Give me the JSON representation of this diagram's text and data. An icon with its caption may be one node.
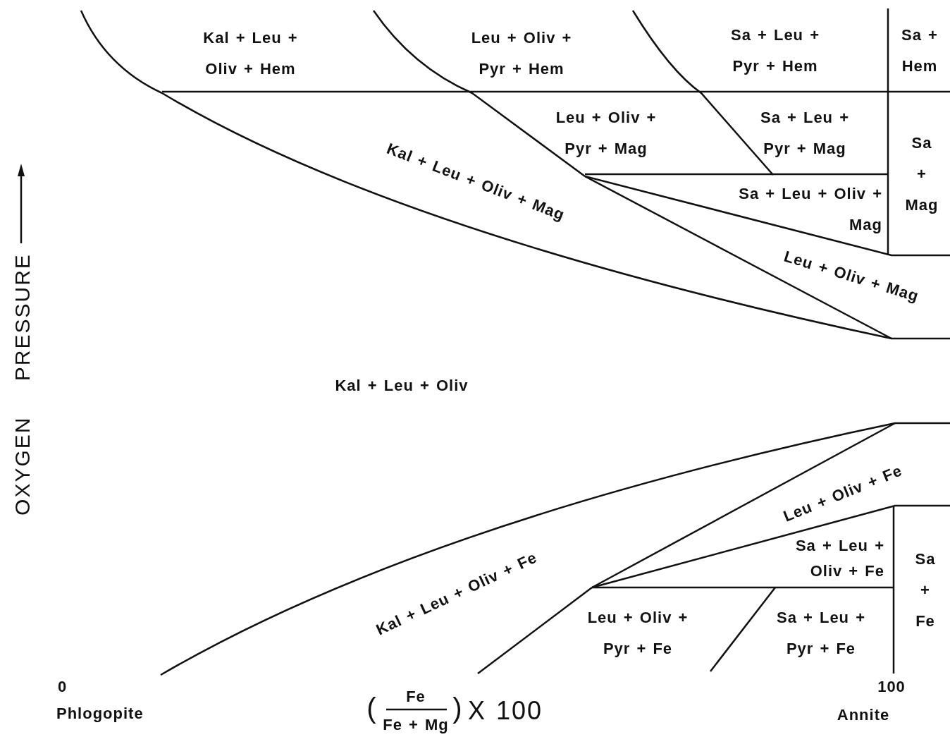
{
  "diagram": {
    "labels": [
      "Kal + Leu + Oliv + Hem",
      "Leu + Oliv + Pyr + Hem",
      "Sa + Leu + Pyr + Hem",
      "Sa + Hem",
      "Leu + Oliv + Pyr + Mag",
      "Sa + Leu + Pyr + Mag",
      "Sa + Mag",
      "Kal + Leu + Oliv + Mag",
      "Sa + Leu + Oliv + Mag",
      "Leu + Oliv + Mag",
      "OXYGEN PRESSURE",
      "Kal + Leu + Oliv",
      "Leu + Oliv + Fe",
      "Sa + Leu + Oliv + Fe",
      "Sa + Fe",
      "Kal + Leu + Oliv + Fe",
      "Leu + Oliv + Pyr + Fe",
      "Sa + Leu + Pyr + Fe",
      "0",
      "Phlogopite",
      "100",
      "Annite",
      "(",
      "Fe",
      "Fe + Mg",
      ")",
      "X 100"
    ]
  }
}
